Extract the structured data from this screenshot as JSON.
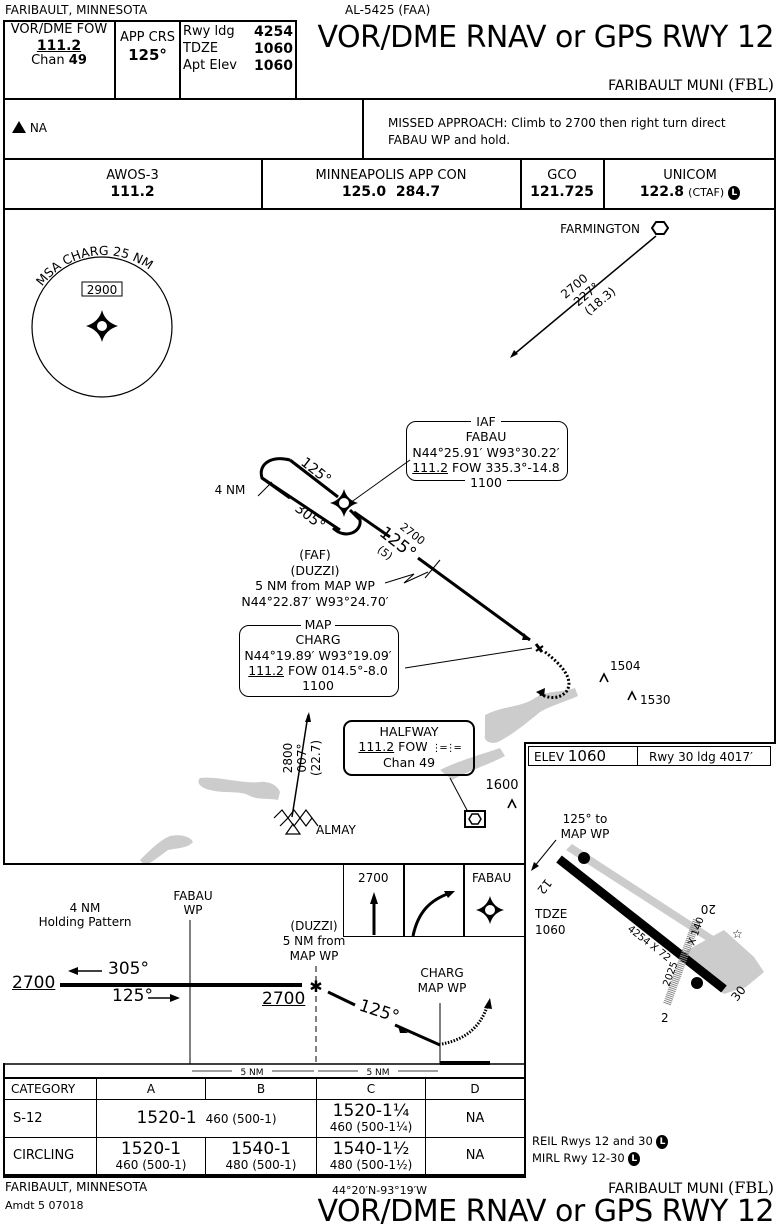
{
  "header": {
    "location": "FARIBAULT, MINNESOTA",
    "chart_id": "AL-5425 (FAA)",
    "title": "VOR/DME RNAV or GPS RWY 12",
    "airport": "FARIBAULT MUNI",
    "airport_id": "(FBL)",
    "navaid_label": "VOR/DME FOW",
    "navaid_freq": "111.2",
    "navaid_chan_label": "Chan",
    "navaid_chan": "49",
    "app_crs_label": "APP CRS",
    "app_crs": "125°",
    "rwy_ldg_label": "Rwy ldg",
    "rwy_ldg": "4254",
    "tdze_label": "TDZE",
    "tdze": "1060",
    "apt_elev_label": "Apt Elev",
    "apt_elev": "1060"
  },
  "notes": {
    "alternate_symbol": "A",
    "alternate_text": "NA",
    "missed_approach": "MISSED APPROACH: Climb to 2700 then right turn direct FABAU WP and hold."
  },
  "comms": [
    {
      "name": "AWOS-3",
      "freq": "111.2"
    },
    {
      "name": "MINNEAPOLIS APP CON",
      "freq": "125.0  284.7"
    },
    {
      "name": "GCO",
      "freq": "121.725"
    },
    {
      "name": "UNICOM",
      "freq": "122.8",
      "suffix": "(CTAF)",
      "badge": "L"
    }
  ],
  "plan": {
    "msa_label": "MSA CHARG 25 NM",
    "msa_alt": "2900",
    "farmington": "FARMINGTON",
    "farm_alt": "2700",
    "farm_crs": "227°",
    "farm_dist": "(18.3)",
    "hold_dist": "4 NM",
    "hold_in": "125°",
    "hold_out": "305°",
    "iaf": {
      "type": "IAF",
      "name": "FABAU",
      "coords": "N44°25.91′ W93°30.22′",
      "freq": "111.2",
      "ref": "FOW 335.3°-14.8",
      "alt": "1100"
    },
    "seg_alt": "2700",
    "seg_crs": "125°",
    "seg_dist": "(5)",
    "faf": {
      "line1": "(FAF)",
      "line2": "(DUZZI)",
      "line3": "5 NM from MAP WP",
      "coords": "N44°22.87′ W93°24.70′"
    },
    "map": {
      "type": "MAP",
      "name": "CHARG",
      "coords": "N44°19.89′ W93°19.09′",
      "freq": "111.2",
      "ref": "FOW 014.5°-8.0",
      "alt": "1100"
    },
    "halfway": {
      "name": "HALFWAY",
      "freq": "111.2",
      "ident": "FOW",
      "chan": "Chan 49"
    },
    "almay": {
      "name": "ALMAY",
      "alt": "2800",
      "crs": "007°",
      "dist": "(22.7)"
    },
    "obstacles": [
      "1504",
      "1530",
      "1600"
    ]
  },
  "airport_diagram": {
    "elev_label": "ELEV",
    "elev": "1060",
    "rwy_ldg": "Rwy 30 ldg 4017′",
    "crs_note_1": "125° to",
    "crs_note_2": "MAP WP",
    "tdze_label": "TDZE",
    "tdze": "1060",
    "rwy_main": "4254 X 72",
    "rwy_cross_len": "2025",
    "rwy_cross_wid": "X 140",
    "rwy_12": "12",
    "rwy_30": "30",
    "rwy_2": "2",
    "rwy_20": "20",
    "lighting_1": "REIL Rwys 12 and 30",
    "lighting_2": "MIRL Rwy 12-30",
    "badge": "L"
  },
  "profile": {
    "hold_label_1": "4 NM",
    "hold_label_2": "Holding Pattern",
    "fabau_1": "FABAU",
    "fabau_2": "WP",
    "duzzi_1": "(DUZZI)",
    "duzzi_2": "5 NM from",
    "duzzi_3": "MAP WP",
    "charg_1": "CHARG",
    "charg_2": "MAP WP",
    "alt_left": "2700",
    "alt_mid": "2700",
    "crs_out": "305°",
    "crs_in": "125°",
    "crs_final": "125°",
    "dist_1": "5 NM",
    "dist_2": "5 NM",
    "ma_icon_alt": "2700",
    "ma_icon_fix": "FABAU"
  },
  "minimums": {
    "headers": [
      "CATEGORY",
      "A",
      "B",
      "C",
      "D"
    ],
    "s12": {
      "label": "S-12",
      "ab_main": "1520-1",
      "ab_sub": "460 (500-1)",
      "c_main": "1520-1¼",
      "c_sub": "460 (500-1¼)",
      "d": "NA"
    },
    "circling": {
      "label": "CIRCLING",
      "a_main": "1520-1",
      "a_sub": "460 (500-1)",
      "b_main": "1540-1",
      "b_sub": "480 (500-1)",
      "c_main": "1540-1½",
      "c_sub": "480 (500-1½)",
      "d": "NA"
    }
  },
  "footer": {
    "location": "FARIBAULT, MINNESOTA",
    "amendment": "Amdt 5  07018",
    "coords": "44°20′N-93°19′W",
    "airport": "FARIBAULT MUNI",
    "airport_id": "(FBL)",
    "title": "VOR/DME RNAV or GPS RWY 12"
  }
}
